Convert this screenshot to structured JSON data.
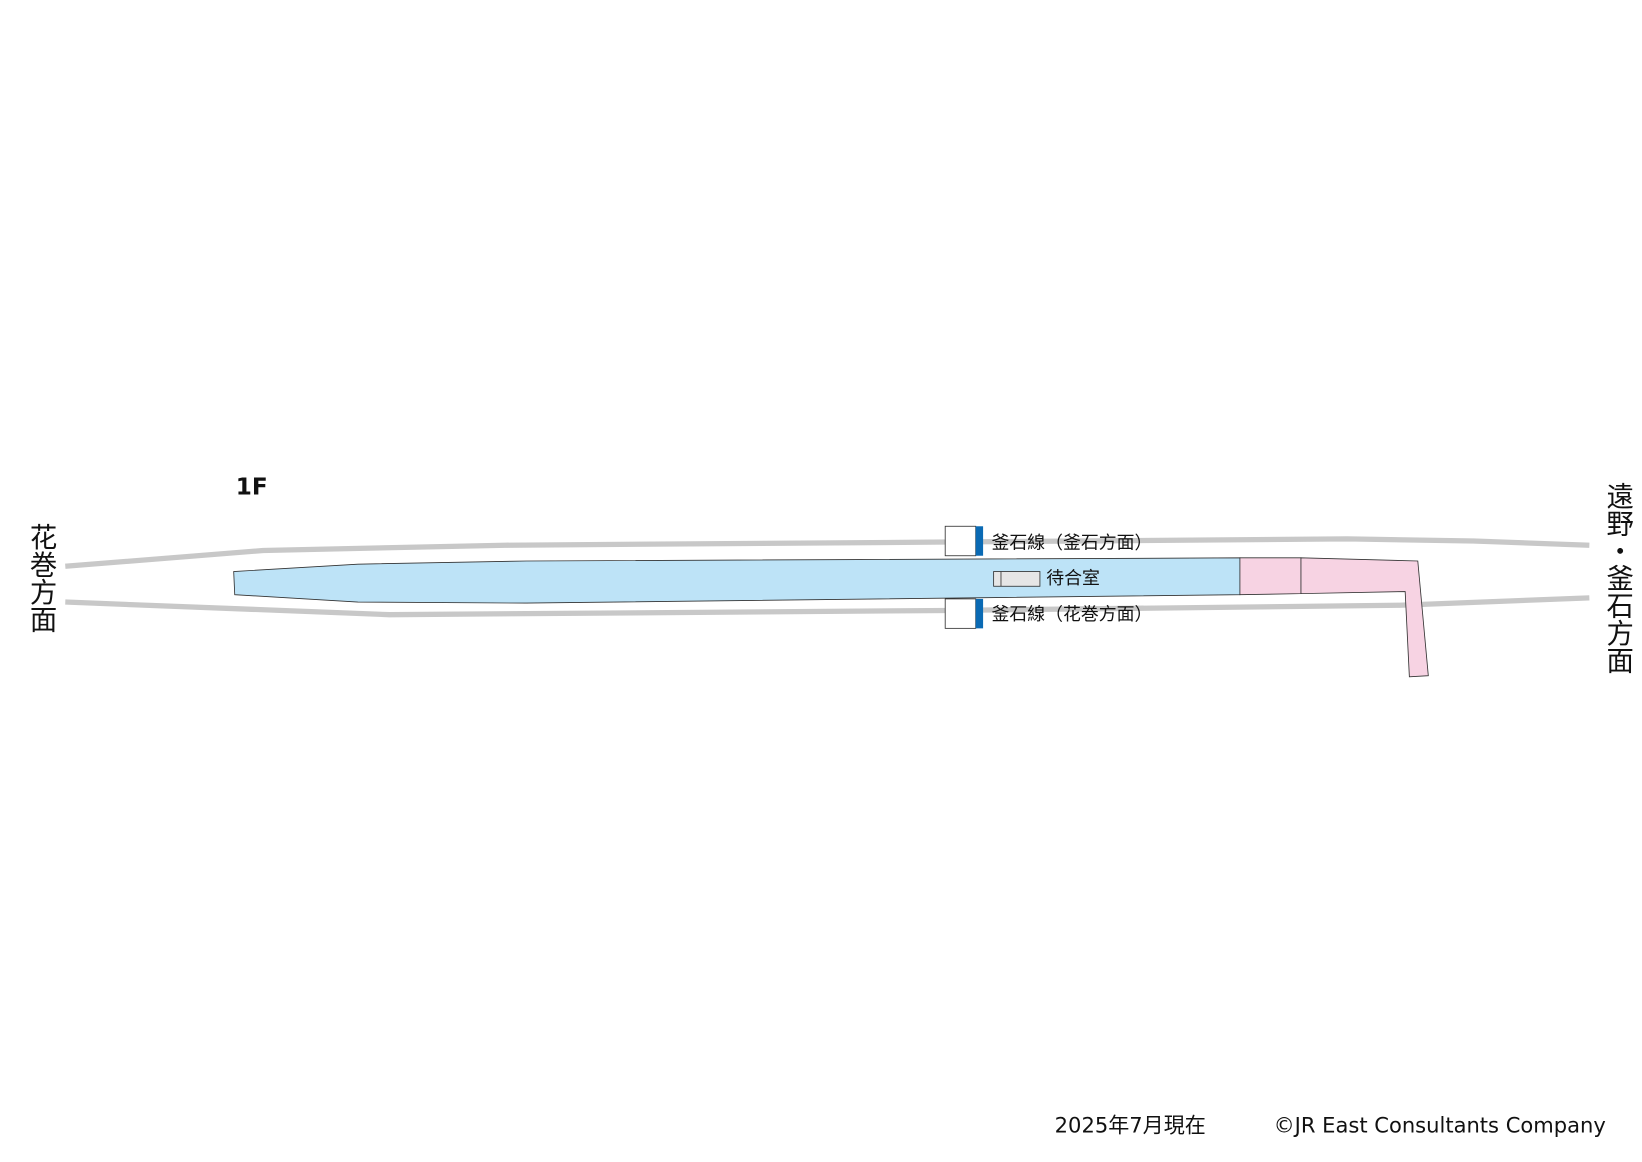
{
  "floor_label": "1F",
  "directions": {
    "left": "花巻方面",
    "right": "遠野・釜石方面"
  },
  "platforms": {
    "upper": "釜石線（釜石方面）",
    "lower": "釜石線（花巻方面）"
  },
  "facilities": {
    "waiting_room": "待合室"
  },
  "footer": {
    "date": "2025年7月現在",
    "copyright": "©JR East Consultants Company"
  },
  "colors": {
    "platform": "#bde3f7",
    "exit_path": "#f7d3e3",
    "track": "#c8c8c8",
    "sign_accent": "#0a6ab4",
    "waiting_room": "#e6e6e6"
  }
}
